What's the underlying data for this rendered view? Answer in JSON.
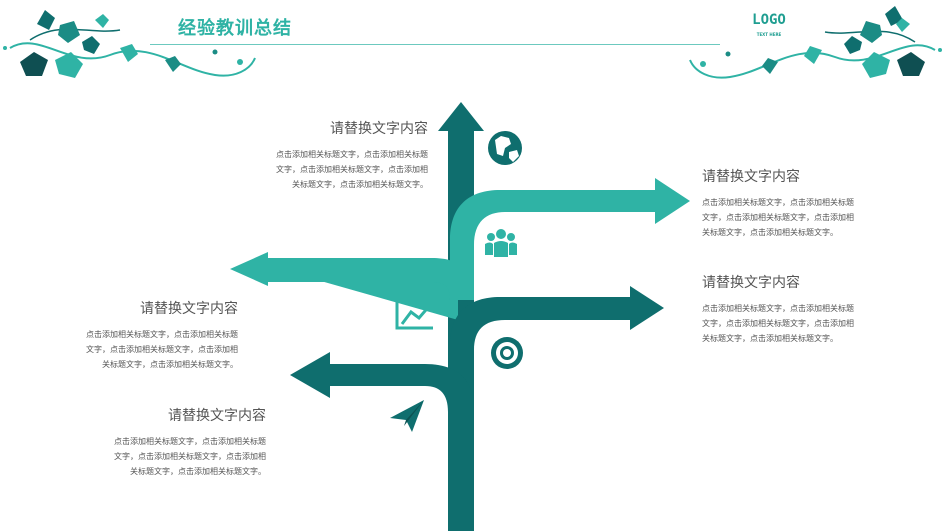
{
  "header": {
    "title": "经验教训总结",
    "logo": "LOGO",
    "logo_sub": "TEXT HERE"
  },
  "colors": {
    "teal_dark": "#0f6e6e",
    "teal_light": "#2fb3a5",
    "title": "#2fb3a5"
  },
  "icons": [
    "globe-icon",
    "team-icon",
    "chart-icon",
    "lifebuoy-icon",
    "paper-plane-icon",
    "vine-decoration-left",
    "vine-decoration-right"
  ],
  "blocks": {
    "top_left": {
      "heading": "请替换文字内容",
      "lines": [
        "点击添加相关标题文字，点击添加相关标题",
        "文字，点击添加相关标题文字，点击添加相",
        "关标题文字，点击添加相关标题文字。"
      ]
    },
    "right_upper": {
      "heading": "请替换文字内容",
      "lines": [
        "点击添加相关标题文字，点击添加相关标题",
        "文字，点击添加相关标题文字，点击添加相",
        "关标题文字，点击添加相关标题文字。"
      ]
    },
    "right_lower": {
      "heading": "请替换文字内容",
      "lines": [
        "点击添加相关标题文字，点击添加相关标题",
        "文字，点击添加相关标题文字，点击添加相",
        "关标题文字，点击添加相关标题文字。"
      ]
    },
    "left_mid": {
      "heading": "请替换文字内容",
      "lines": [
        "点击添加相关标题文字，点击添加相关标题",
        "文字，点击添加相关标题文字，点击添加相",
        "关标题文字，点击添加相关标题文字。"
      ]
    },
    "left_bottom": {
      "heading": "请替换文字内容",
      "lines": [
        "点击添加相关标题文字，点击添加相关标题",
        "文字，点击添加相关标题文字，点击添加相",
        "关标题文字，点击添加相关标题文字。"
      ]
    }
  }
}
